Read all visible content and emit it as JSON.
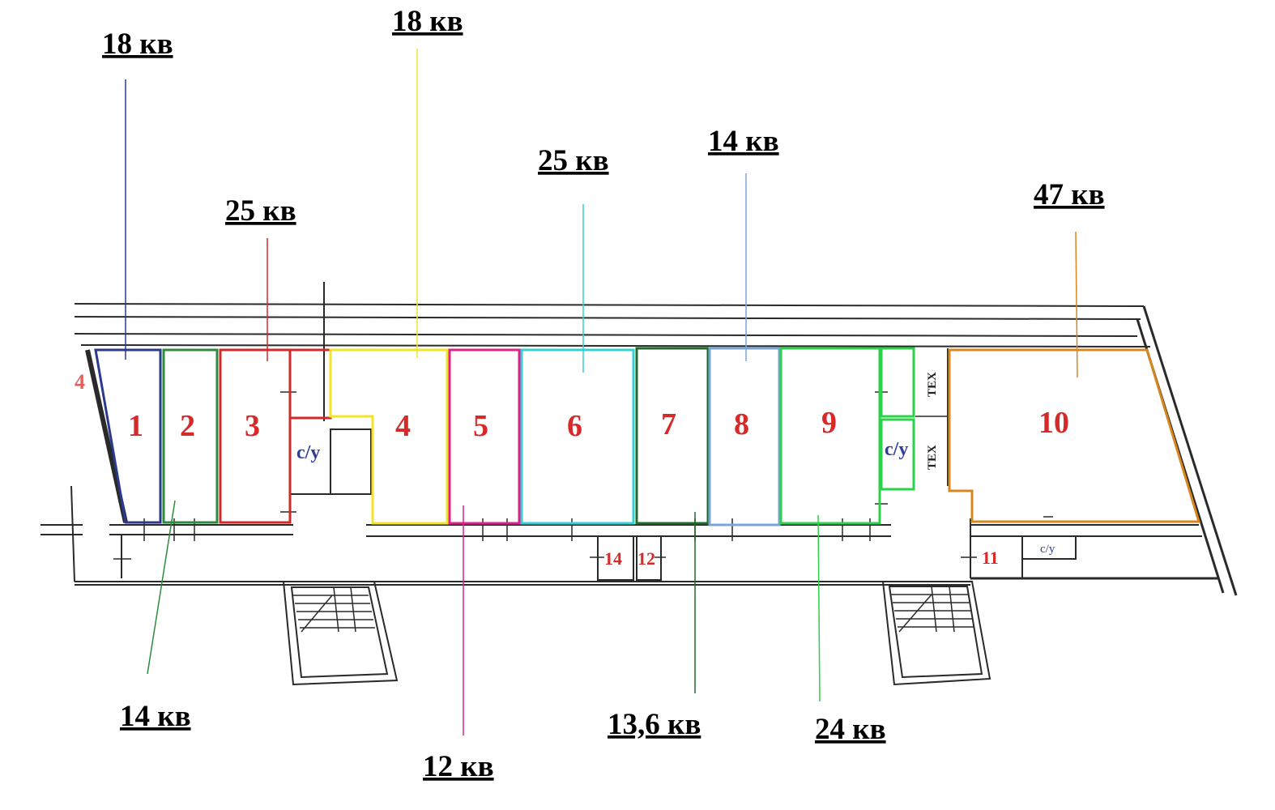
{
  "areas": {
    "a1": "18 кв",
    "a2": "14 кв",
    "a3": "25 кв",
    "a4": "18 кв",
    "a5": "12 кв",
    "a6": "25 кв",
    "a7": "13,6 кв",
    "a8": "14 кв",
    "a9": "24 кв",
    "a10": "47 кв"
  },
  "rooms": {
    "r1": "1",
    "r2": "2",
    "r3": "3",
    "r4": "4",
    "r5": "5",
    "r6": "6",
    "r7": "7",
    "r8": "8",
    "r9": "9",
    "r10": "10",
    "r11": "11",
    "r12": "12",
    "r14": "14",
    "r_edge": "4"
  },
  "wc": {
    "wc1": "с/у",
    "wc2": "с/у",
    "wc3": "с/у"
  },
  "tech": {
    "t1": "ТЕХ",
    "t2": "ТЕХ"
  },
  "colors": {
    "room1": "#2b3a8c",
    "room2": "#2e8b3e",
    "room3": "#d22a2a",
    "room4": "#f1e42a",
    "room5": "#e0218a",
    "room6": "#35d0d6",
    "room7": "#1f6b2a",
    "room8": "#7aa6d6",
    "room9": "#2bd14a",
    "room10": "#d8861e",
    "number": "#d42a2a",
    "wc": "#2e3e9c"
  }
}
